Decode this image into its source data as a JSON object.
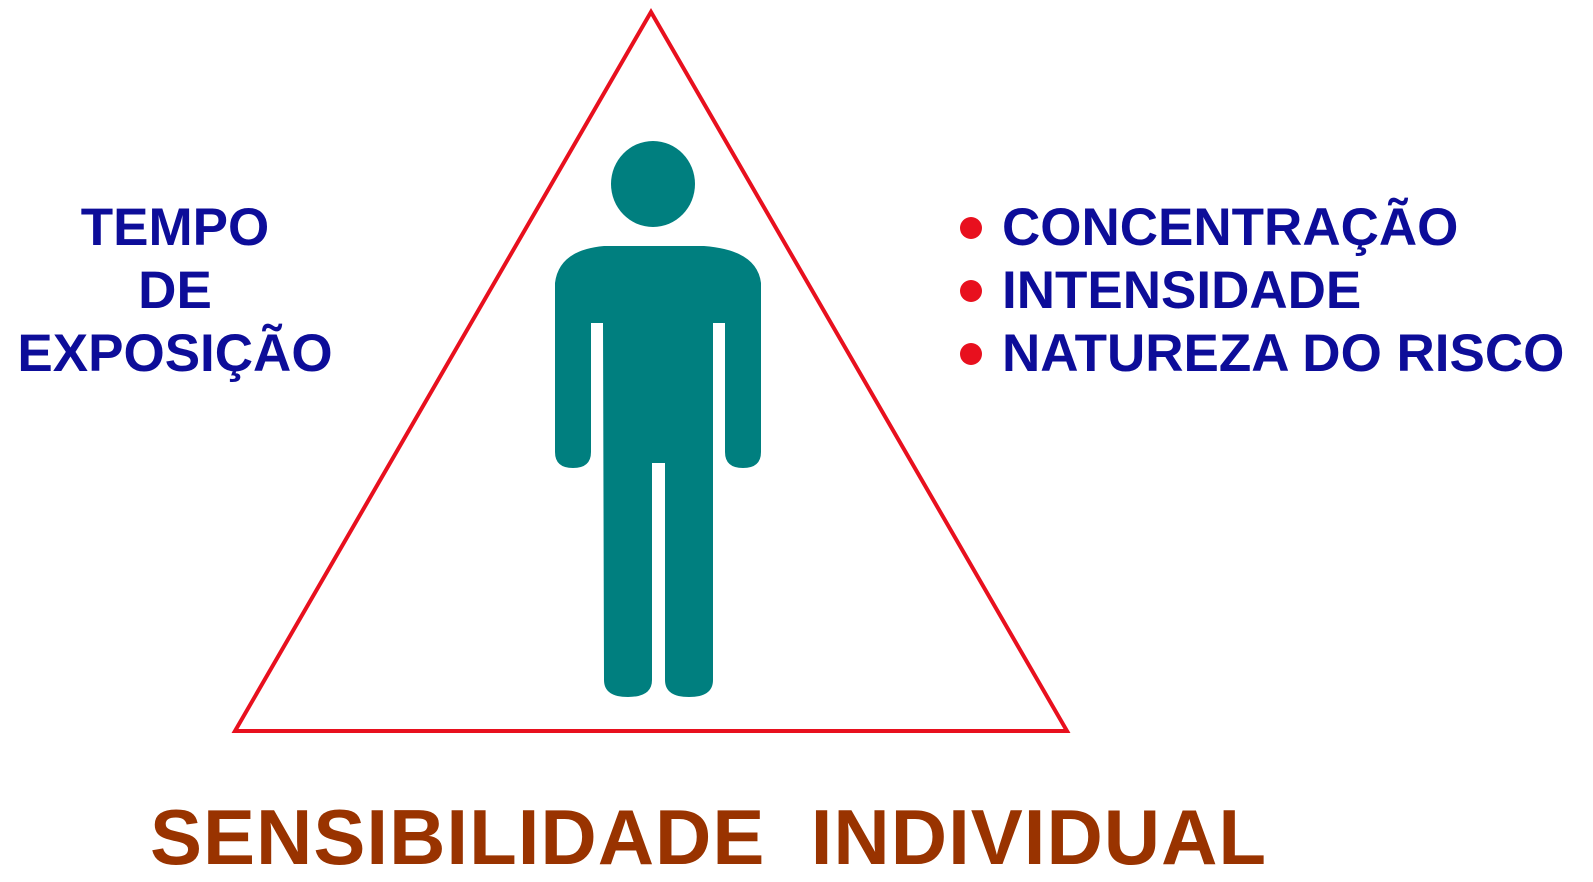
{
  "diagram": {
    "left_label": [
      "TEMPO",
      "DE",
      "EXPOSIÇÃO"
    ],
    "right_items": [
      "CONCENTRAÇÃO",
      "INTENSIDADE",
      "NATUREZA DO RISCO"
    ],
    "bottom_title": "SENSIBILIDADE  INDIVIDUAL"
  },
  "colors": {
    "triangle_stroke": "#e8101e",
    "person_fill": "#007f7f",
    "text_blue": "#0d0d99",
    "bullet": "#e8101e",
    "title_brown": "#993300"
  },
  "icons": {
    "center": "person-icon",
    "bullets": "bullet-dot-icon"
  }
}
